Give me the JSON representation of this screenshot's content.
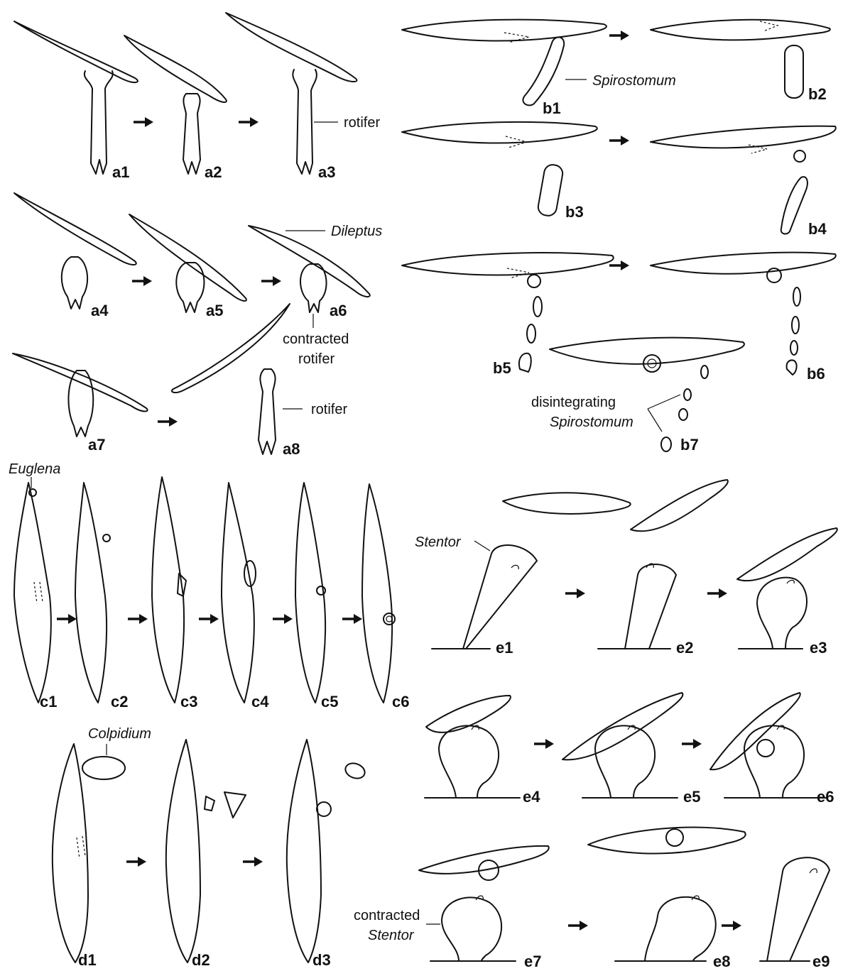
{
  "colors": {
    "ink": "#111111",
    "background": "#ffffff"
  },
  "panels": {
    "a": {
      "cells": [
        "a1",
        "a2",
        "a3",
        "a4",
        "a5",
        "a6",
        "a7",
        "a8"
      ]
    },
    "b": {
      "cells": [
        "b1",
        "b2",
        "b3",
        "b4",
        "b5",
        "b6",
        "b7"
      ]
    },
    "c": {
      "cells": [
        "c1",
        "c2",
        "c3",
        "c4",
        "c5",
        "c6"
      ]
    },
    "d": {
      "cells": [
        "d1",
        "d2",
        "d3"
      ]
    },
    "e": {
      "cells": [
        "e1",
        "e2",
        "e3",
        "e4",
        "e5",
        "e6",
        "e7",
        "e8",
        "e9"
      ]
    }
  },
  "annotations": {
    "rotifer": "rotifer",
    "dileptus": "Dileptus",
    "contracted_rotifer_1": "contracted",
    "contracted_rotifer_2": "rotifer",
    "rotifer_a8": "rotifer",
    "spirostomum": "Spirostomum",
    "disintegrating_1": "disintegrating",
    "disintegrating_2": "Spirostomum",
    "euglena": "Euglena",
    "colpidium": "Colpidium",
    "stentor": "Stentor",
    "contracted_stentor_1": "contracted",
    "contracted_stentor_2": "Stentor"
  },
  "icons": {
    "arrow": "right-arrow-icon"
  }
}
